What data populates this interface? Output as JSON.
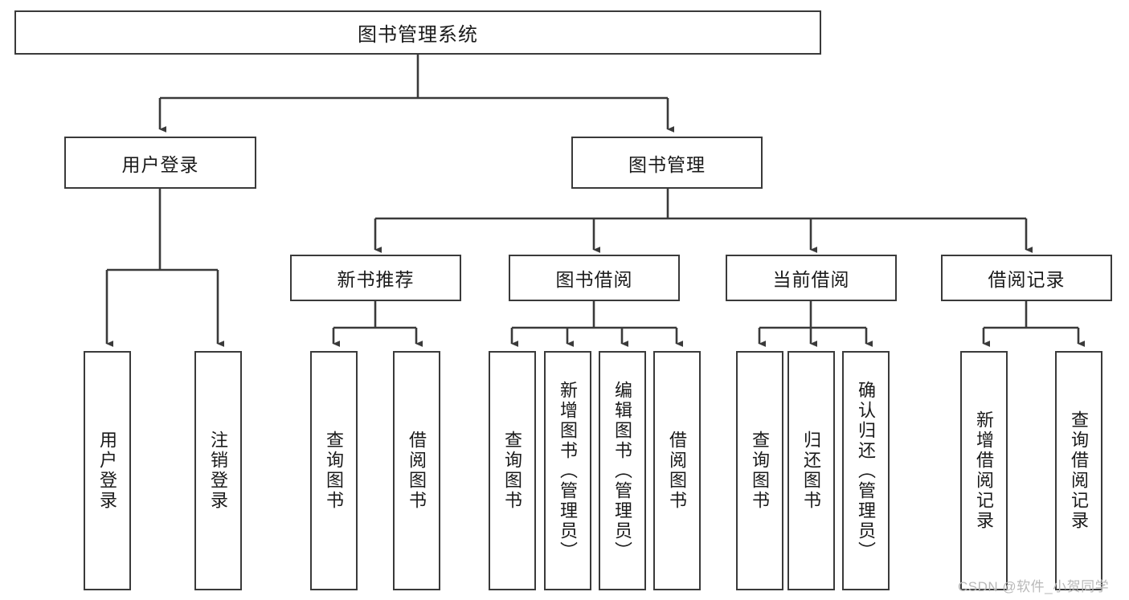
{
  "diagram": {
    "title": "图书管理系统",
    "root": {
      "label": "图书管理系统"
    },
    "level1": [
      {
        "label": "用户登录"
      },
      {
        "label": "图书管理"
      }
    ],
    "level2": [
      {
        "label": "新书推荐"
      },
      {
        "label": "图书借阅"
      },
      {
        "label": "当前借阅"
      },
      {
        "label": "借阅记录"
      }
    ],
    "leaves": {
      "user_login": [
        {
          "label": "用户登录"
        },
        {
          "label": "注销登录"
        }
      ],
      "new_book_recommend": [
        {
          "label": "查询图书"
        },
        {
          "label": "借阅图书"
        }
      ],
      "book_borrow": [
        {
          "label": "查询图书"
        },
        {
          "label": "新增图书（管理员）"
        },
        {
          "label": "编辑图书（管理员）"
        },
        {
          "label": "借阅图书"
        }
      ],
      "current_borrow": [
        {
          "label": "查询图书"
        },
        {
          "label": "归还图书"
        },
        {
          "label": "确认归还（管理员）"
        }
      ],
      "borrow_record": [
        {
          "label": "新增借阅记录"
        },
        {
          "label": "查询借阅记录"
        }
      ]
    }
  },
  "watermark": {
    "text": "CSDN @软件_小贺同学"
  },
  "colors": {
    "border": "#3a3a3a",
    "background": "#ffffff",
    "text": "#1a1a1a",
    "watermark": "#b9b9b9"
  }
}
